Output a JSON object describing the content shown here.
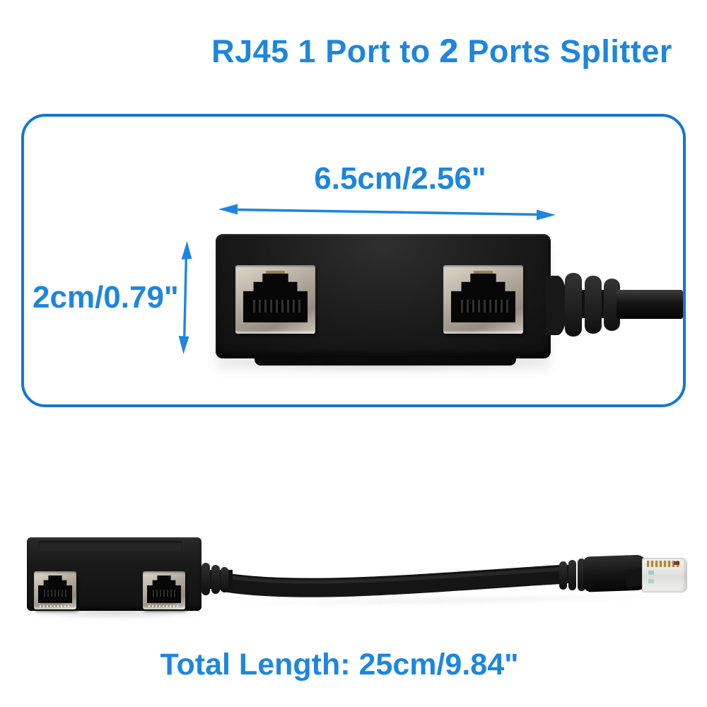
{
  "title": {
    "prefix": "RJ45 1 Port to ",
    "emphasis": "2",
    "suffix": " Ports Splitter"
  },
  "dimension_labels": {
    "width": "6.5cm/2.56\"",
    "height": "2cm/0.79\"",
    "total_length": "Total Length: 25cm/9.84\""
  },
  "icons": {
    "width_arrow": "horizontal-double-arrow",
    "height_arrow": "vertical-double-arrow"
  },
  "colors": {
    "accent_blue": "#1e86dc",
    "box_border_blue": "#1477d2",
    "product_black": "#1a1a1a",
    "port_silver": "#c2bbaf",
    "plug_clear": "#ebebe8",
    "background": "#ffffff"
  }
}
